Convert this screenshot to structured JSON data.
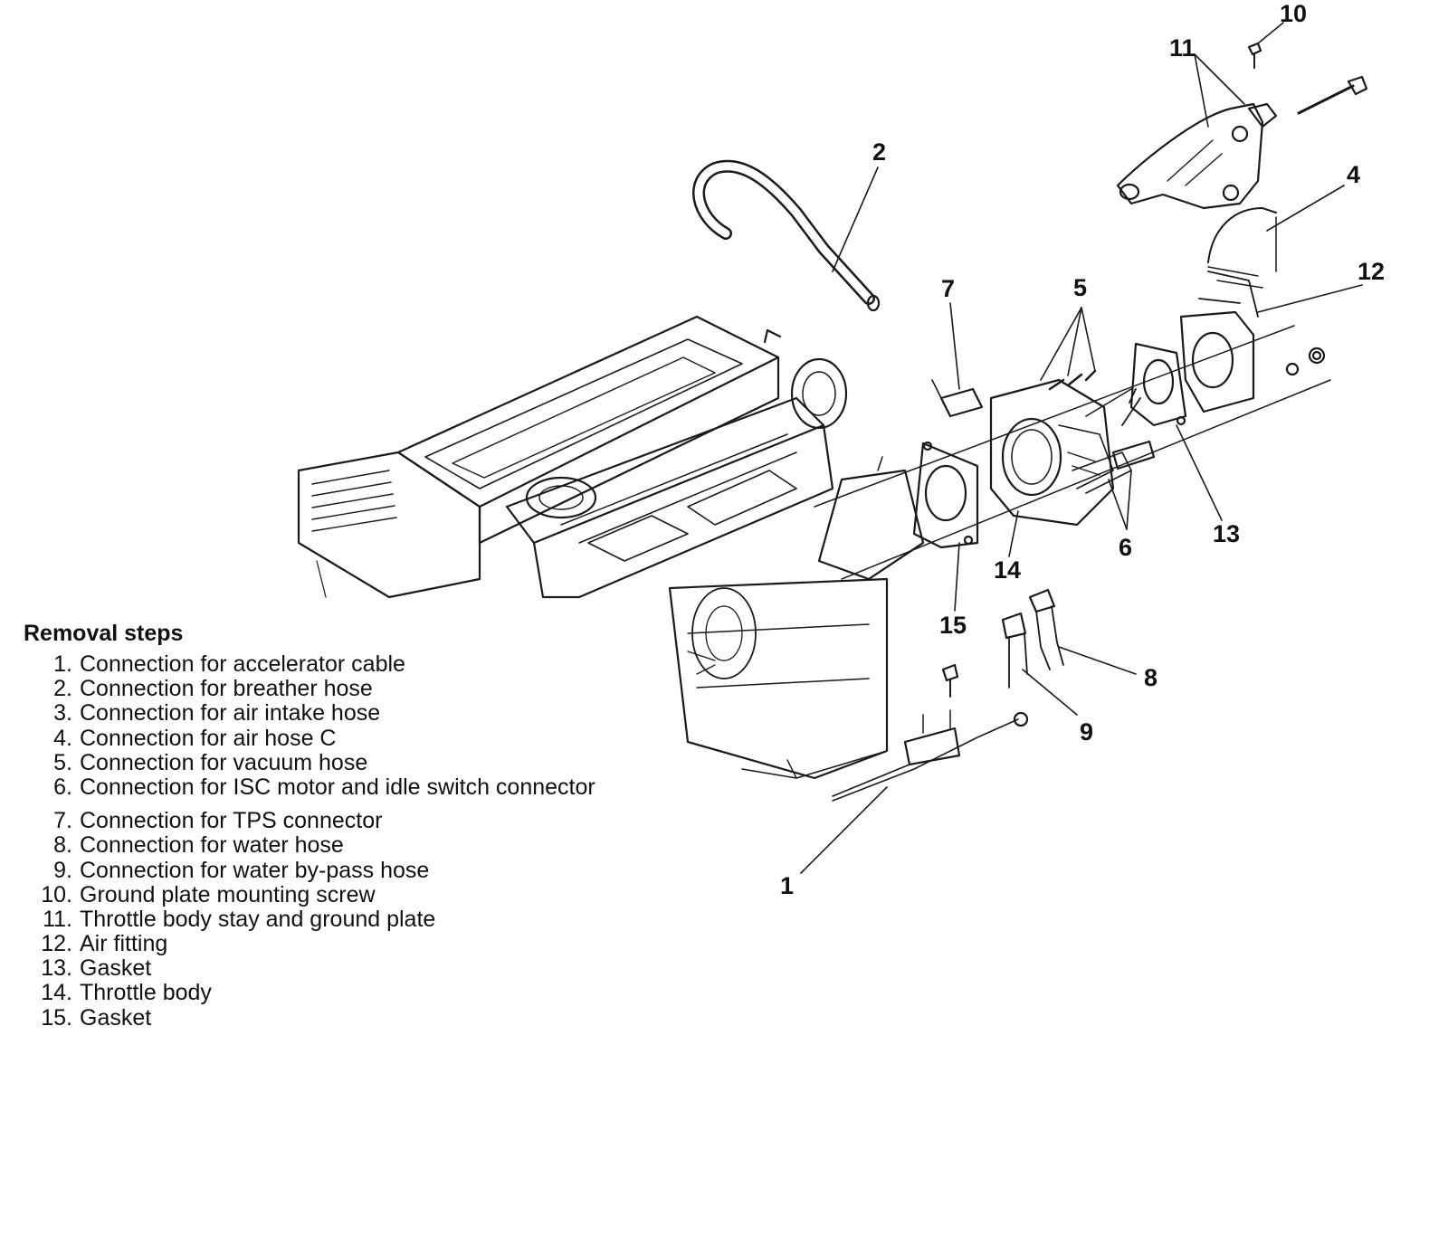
{
  "callouts": {
    "c1": "1",
    "c2": "2",
    "c4": "4",
    "c5": "5",
    "c6": "6",
    "c7": "7",
    "c8": "8",
    "c9": "9",
    "c10": "10",
    "c11": "11",
    "c12": "12",
    "c13": "13",
    "c14": "14",
    "c15": "15"
  },
  "removal": {
    "title": "Removal steps",
    "steps": [
      {
        "num": "1.",
        "text": "Connection for accelerator cable"
      },
      {
        "num": "2.",
        "text": "Connection for breather hose"
      },
      {
        "num": "3.",
        "text": "Connection for air intake hose"
      },
      {
        "num": "4.",
        "text": "Connection for air hose C"
      },
      {
        "num": "5.",
        "text": "Connection for vacuum hose"
      },
      {
        "num": "6.",
        "text": "Connection for ISC motor and idle switch connector"
      },
      {
        "num": "7.",
        "text": "Connection for TPS connector"
      },
      {
        "num": "8.",
        "text": "Connection for water hose"
      },
      {
        "num": "9.",
        "text": "Connection for water by-pass hose"
      },
      {
        "num": "10.",
        "text": "Ground plate mounting screw"
      },
      {
        "num": "11.",
        "text": "Throttle body stay and ground plate"
      },
      {
        "num": "12.",
        "text": "Air fitting"
      },
      {
        "num": "13.",
        "text": "Gasket"
      },
      {
        "num": "14.",
        "text": "Throttle body"
      },
      {
        "num": "15.",
        "text": "Gasket"
      }
    ]
  }
}
